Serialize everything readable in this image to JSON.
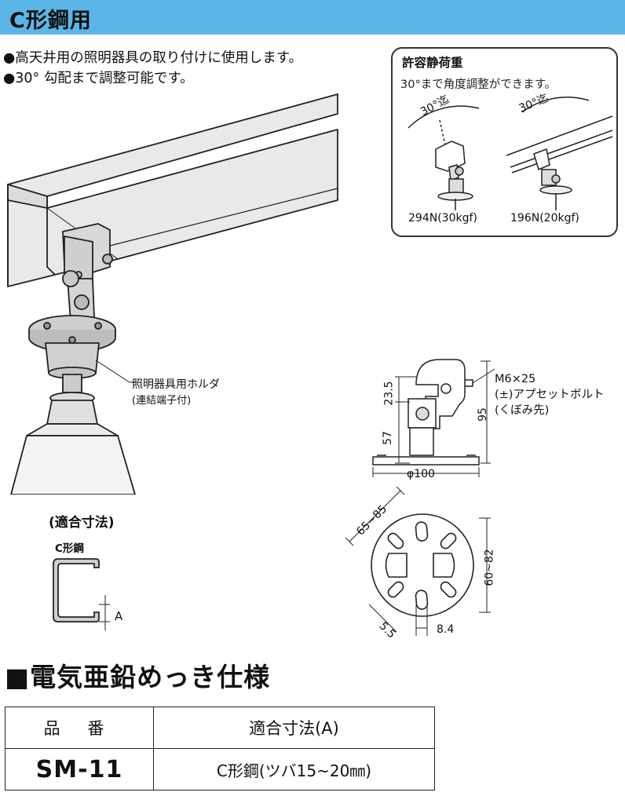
{
  "title": "C形鋼用",
  "bullets": [
    "●高天井用の照明器具の取り付けに使用します。",
    "●30° 勾配まで調整可能です。"
  ],
  "load_box": {
    "title": "許容静荷重",
    "subtitle": "30°まで角度調整ができます。",
    "angle_label_left": "30°迄",
    "angle_label_right": "30°迄",
    "load_left": "294N(30kgf)",
    "load_right": "196N(20kgf)"
  },
  "holder_label": [
    "照明器具用ホルダ",
    "(連結端子付)"
  ],
  "dims": {
    "d23_5": "23.5",
    "d57": "57",
    "d95": "95",
    "d100": "φ100",
    "bolt": [
      "M6×25",
      "(±)アプセットボルト",
      "(くぼみ先)"
    ],
    "d65_85": "65~85",
    "d60_82": "60~82",
    "d5_5": "5.5",
    "d8_4": "8.4"
  },
  "fit": {
    "title": "(適合寸法)",
    "cshape": "C形鋼",
    "a": "A"
  },
  "spec": {
    "heading": "■電気亜鉛めっき仕様",
    "col1": "品 番",
    "col2": "適合寸法(A)",
    "model": "SM-11",
    "value": "C形鋼(ツバ15~20㎜)"
  },
  "colors": {
    "title_bar": "#5bb6e8",
    "ink": "#111111"
  }
}
